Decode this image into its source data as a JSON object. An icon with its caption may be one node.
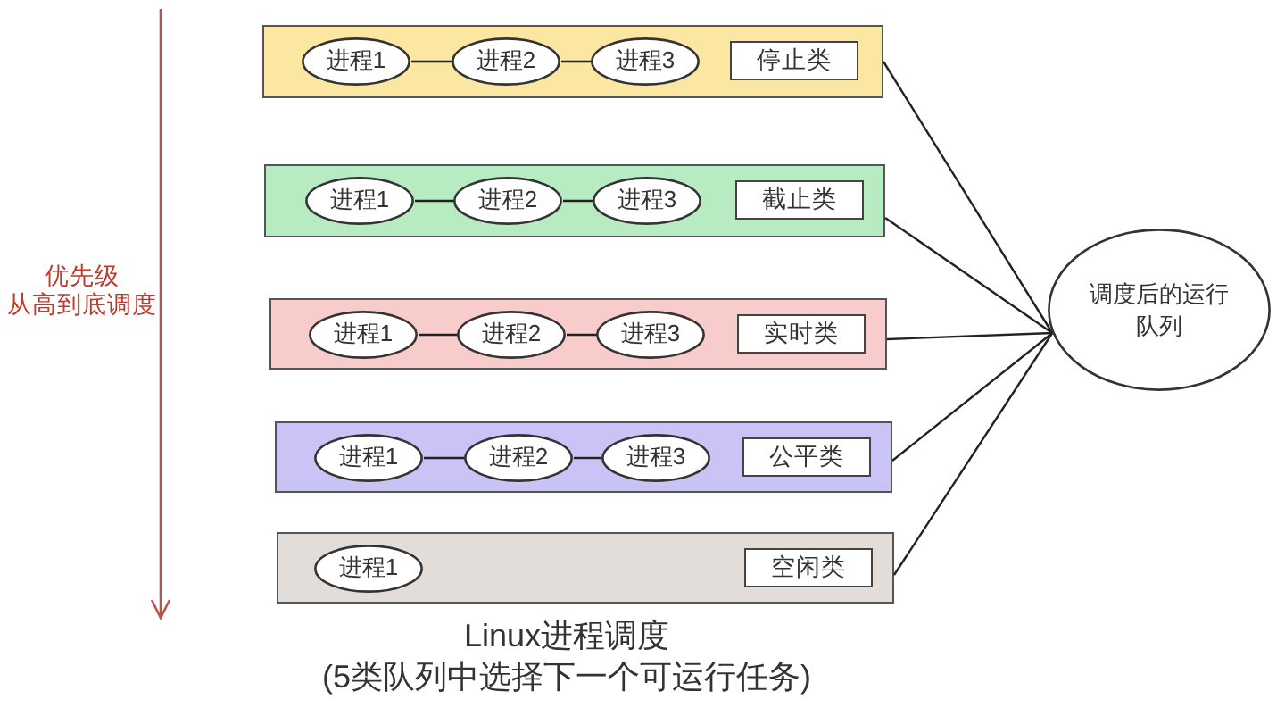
{
  "diagram": {
    "title": "Linux进程调度",
    "caption": "(5类队列中选择下一个可运行任务)",
    "nodes": [
      {
        "text": [],
        "shape": "box"
      },
      {
        "text": [
          "进程1"
        ],
        "in": 0
      },
      {
        "text": [
          "进程2"
        ],
        "in": 0
      },
      {
        "text": [
          "进程3"
        ],
        "in": 0
      },
      {
        "text": [
          "停止类"
        ],
        "in": 0
      },
      {
        "text": [],
        "shape": "box"
      },
      {
        "text": [
          "进程1"
        ],
        "in": 5
      },
      {
        "text": [
          "进程2"
        ],
        "in": 5
      },
      {
        "text": [
          "进程3"
        ],
        "in": 5
      },
      {
        "text": [
          "截止类"
        ],
        "in": 5
      },
      {
        "text": [],
        "shape": "box"
      },
      {
        "text": [
          "进程1"
        ],
        "in": 10
      },
      {
        "text": [
          "进程2"
        ],
        "in": 10
      },
      {
        "text": [
          "进程3"
        ],
        "in": 10
      },
      {
        "text": [
          "实时类"
        ],
        "in": 10
      },
      {
        "text": [],
        "shape": "box"
      },
      {
        "text": [
          "进程1"
        ],
        "in": 15
      },
      {
        "text": [
          "进程2"
        ],
        "in": 15
      },
      {
        "text": [
          "进程3"
        ],
        "in": 15
      },
      {
        "text": [
          "公平类"
        ],
        "in": 15
      },
      {
        "text": [],
        "shape": "box"
      },
      {
        "text": [
          "进程1"
        ],
        "in": 20
      },
      {
        "text": [
          "空闲类"
        ],
        "in": 20
      },
      {
        "text": [
          "调度后的运行队列"
        ]
      }
    ],
    "edges": [
      {
        "from": 1,
        "to": 2,
        "arrow": "none"
      },
      {
        "from": 2,
        "to": 3,
        "arrow": "none"
      },
      {
        "from": 6,
        "to": 7,
        "arrow": "none"
      },
      {
        "from": 7,
        "to": 8,
        "arrow": "none"
      },
      {
        "from": 11,
        "to": 12,
        "arrow": "none"
      },
      {
        "from": 12,
        "to": 13,
        "arrow": "none"
      },
      {
        "from": 16,
        "to": 17,
        "arrow": "none"
      },
      {
        "from": 17,
        "to": 18,
        "arrow": "none"
      },
      {
        "from": 0,
        "to": 23,
        "arrow": "none"
      },
      {
        "from": 5,
        "to": 23,
        "arrow": "none"
      },
      {
        "from": 10,
        "to": 23,
        "arrow": "none"
      },
      {
        "from": 15,
        "to": 23,
        "arrow": "none"
      },
      {
        "from": 20,
        "to": 23,
        "arrow": "none"
      }
    ],
    "labels": [
      "优先级",
      "从高到底调度"
    ]
  }
}
